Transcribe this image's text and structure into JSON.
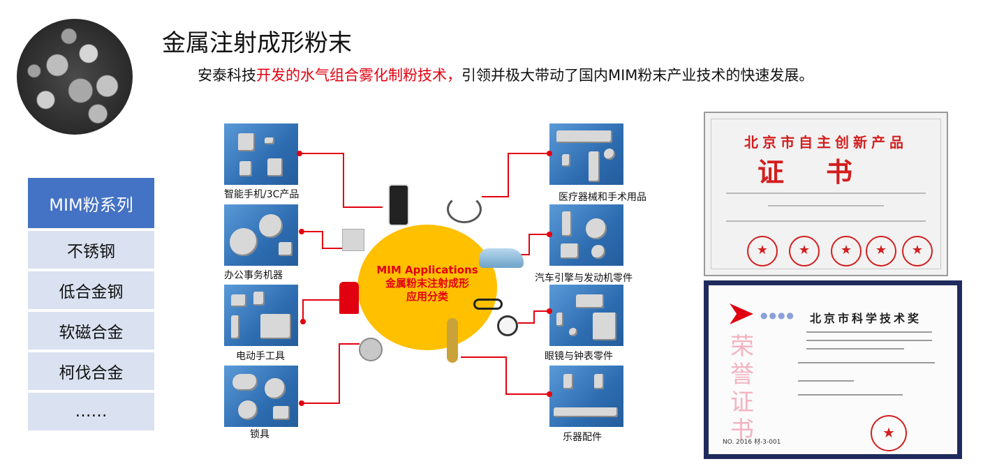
{
  "title": "金属注射成形粉末",
  "subtitle": {
    "prefix": "安泰科技",
    "highlight": "开发的水气组合雾化制粉技术，",
    "suffix": "引领并极大带动了国内MIM粉末产业技术的快速发展。"
  },
  "series": {
    "header": "MIM粉系列",
    "items": [
      "不锈钢",
      "低合金钢",
      "软磁合金",
      "柯伐合金",
      "……"
    ]
  },
  "hub": {
    "line1": "MIM Applications",
    "line2": "金属粉末注射成形",
    "line3": "应用分类"
  },
  "applications": {
    "left": [
      "智能手机/3C产品",
      "办公事务机器",
      "电动手工具",
      "锁具"
    ],
    "right": [
      "医疗器械和手术用品",
      "汽车引擎与发动机零件",
      "眼镜与钟表零件",
      "乐器配件"
    ]
  },
  "certificates": {
    "cert1_title": "北京市自主创新产品",
    "cert1_big": "证书",
    "cert2_title": "北京市科学技术奖",
    "cert2_side": "荣誉证书",
    "cert2_footer": "NO. 2016 材-3-001"
  },
  "colors": {
    "accent": "#e1000f",
    "series_header": "#4472c4",
    "series_item": "#dae1f0",
    "hub": "#ffc000"
  }
}
